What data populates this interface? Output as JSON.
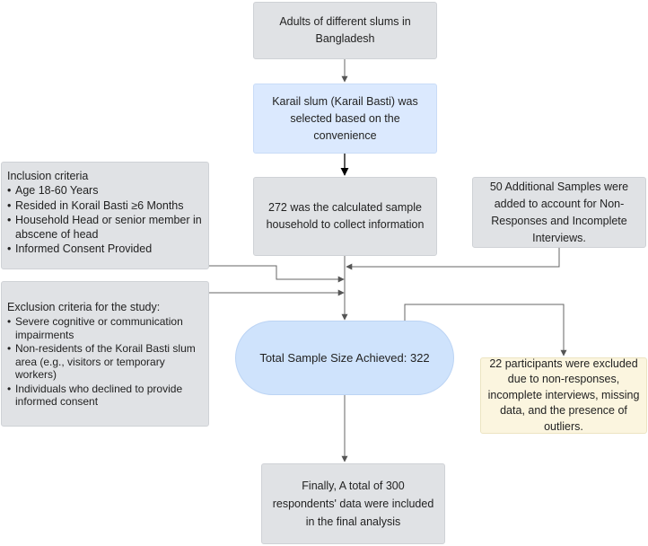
{
  "flowchart": {
    "population": "Adults of different slums in Bangladesh",
    "selection": "Karail slum (Karail Basti) was selected based on the convenience",
    "calculated_sample": "272 was the calculated sample household to collect information",
    "additional_samples": "50 Additional Samples were added to account for Non-Responses and Incomplete Interviews.",
    "inclusion": {
      "title": "Inclusion criteria",
      "items": [
        "Age 18-60 Years",
        "Resided in Korail Basti ≥6 Months",
        "Household Head or senior member in abscene of head",
        "Informed Consent Provided"
      ]
    },
    "exclusion": {
      "title": "Exclusion criteria for the study:",
      "items": [
        "Severe cognitive or communication impairments",
        "Non-residents of the Korail Basti slum area (e.g., visitors or temporary workers)",
        "Individuals who declined to provide informed consent"
      ]
    },
    "total_sample": "Total Sample Size Achieved: 322",
    "excluded": "22 participants were excluded due to non-responses, incomplete interviews, missing data, and the presence of outliers.",
    "final": "Finally, A total of 300 respondents' data were included in the final analysis"
  },
  "colors": {
    "box_gray": "#e0e2e5",
    "box_blue": "#dbe9fe",
    "pill_blue": "#cfe3fc",
    "box_cream": "#fbf5df",
    "line_gray": "#666666"
  }
}
